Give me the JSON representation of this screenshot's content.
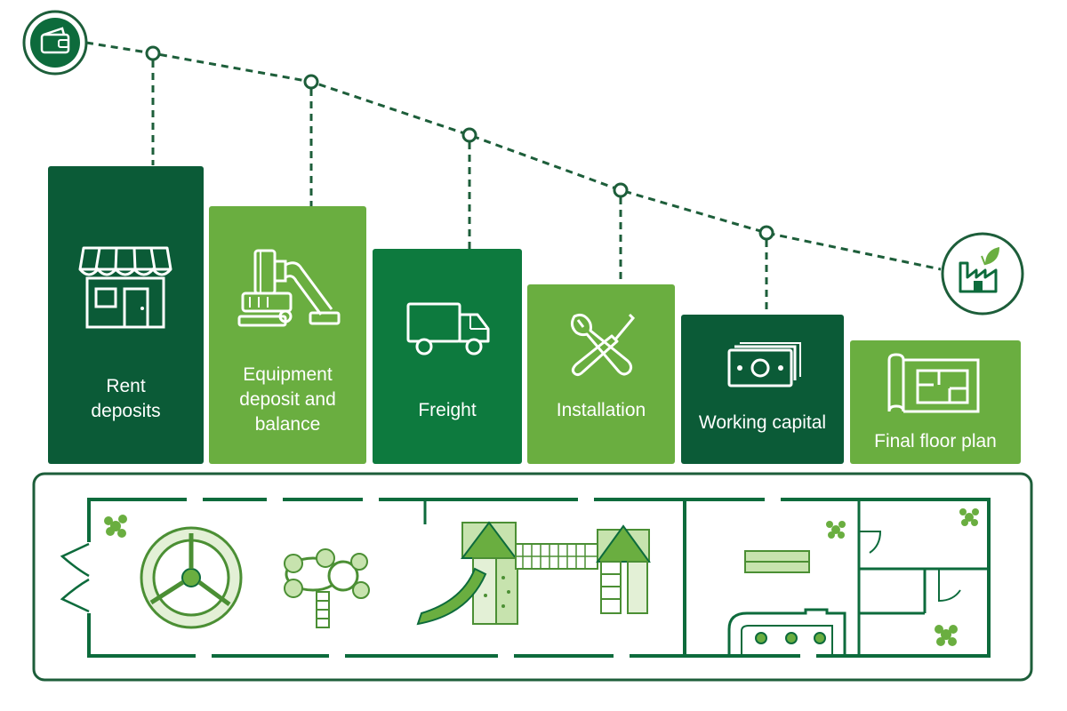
{
  "colors": {
    "dark_green": "#0b5b37",
    "mid_green": "#0d7a3e",
    "light_green": "#6aae40",
    "pale_green": "#c7e3ae",
    "line": "#1d5e3a"
  },
  "start_icon": "wallet-icon",
  "end_icon": "factory-sprout-icon",
  "steps": [
    {
      "label": "Rent\ndeposits",
      "icon": "storefront-icon",
      "shade": "dark"
    },
    {
      "label": "Equipment\ndeposit and\nbalance",
      "icon": "machine-icon",
      "shade": "light"
    },
    {
      "label": "Freight",
      "icon": "truck-icon",
      "shade": "mid"
    },
    {
      "label": "Installation",
      "icon": "wrench-screwdriver-icon",
      "shade": "light"
    },
    {
      "label": "Working capital",
      "icon": "cash-stack-icon",
      "shade": "dark"
    },
    {
      "label": "Final floor plan",
      "icon": "blueprint-icon",
      "shade": "light"
    }
  ],
  "floor_plan": {
    "elements": [
      "entrance-door-icon",
      "carousel-icon",
      "play-table-icon",
      "slide-tower-icon",
      "climbing-tower-icon",
      "bench-icon",
      "counter-icon",
      "plant-icon"
    ]
  }
}
